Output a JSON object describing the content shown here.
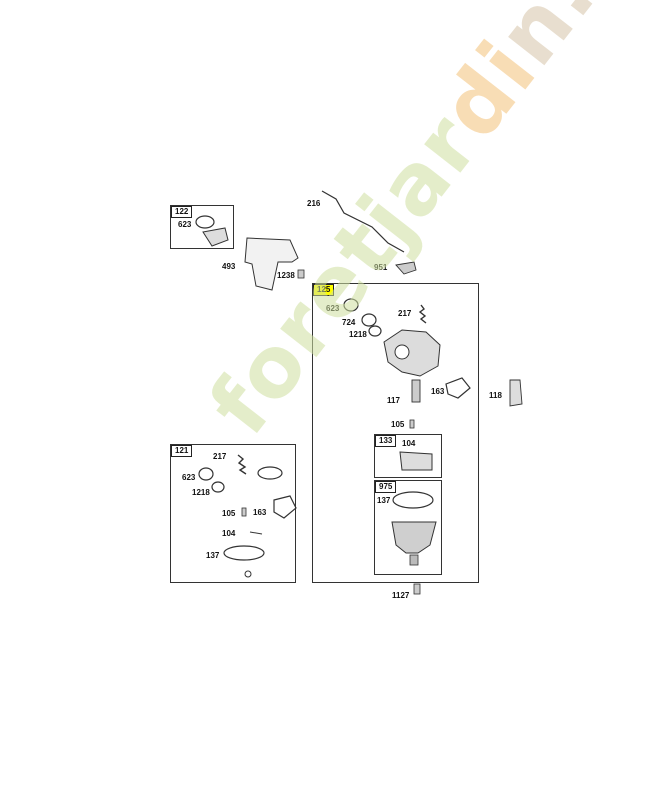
{
  "colors": {
    "highlight": "#ffff00",
    "watermark_green": "#cfe0a0",
    "watermark_orange": "#f4c27a",
    "watermark_tan": "#d6c4a8"
  },
  "watermark": {
    "part1": "foretjar",
    "part2": "di",
    "part3": "n.com"
  },
  "groups": {
    "g122": "122",
    "g125": "125",
    "g121": "121",
    "g133": "133",
    "g975": "975"
  },
  "parts": {
    "p216": "216",
    "p623a": "623",
    "p493": "493",
    "p1238a": "1238",
    "p951": "951",
    "p623b": "623",
    "p724": "724",
    "p217a": "217",
    "p1218a": "1218",
    "p163a": "163",
    "p117": "117",
    "p118": "118",
    "p105a": "105",
    "p104a": "104",
    "p137a": "137",
    "p1127": "1127",
    "p217b": "217",
    "p623c": "623",
    "p1218b": "1218",
    "p105b": "105",
    "p163b": "163",
    "p104b": "104",
    "p137b": "137"
  }
}
